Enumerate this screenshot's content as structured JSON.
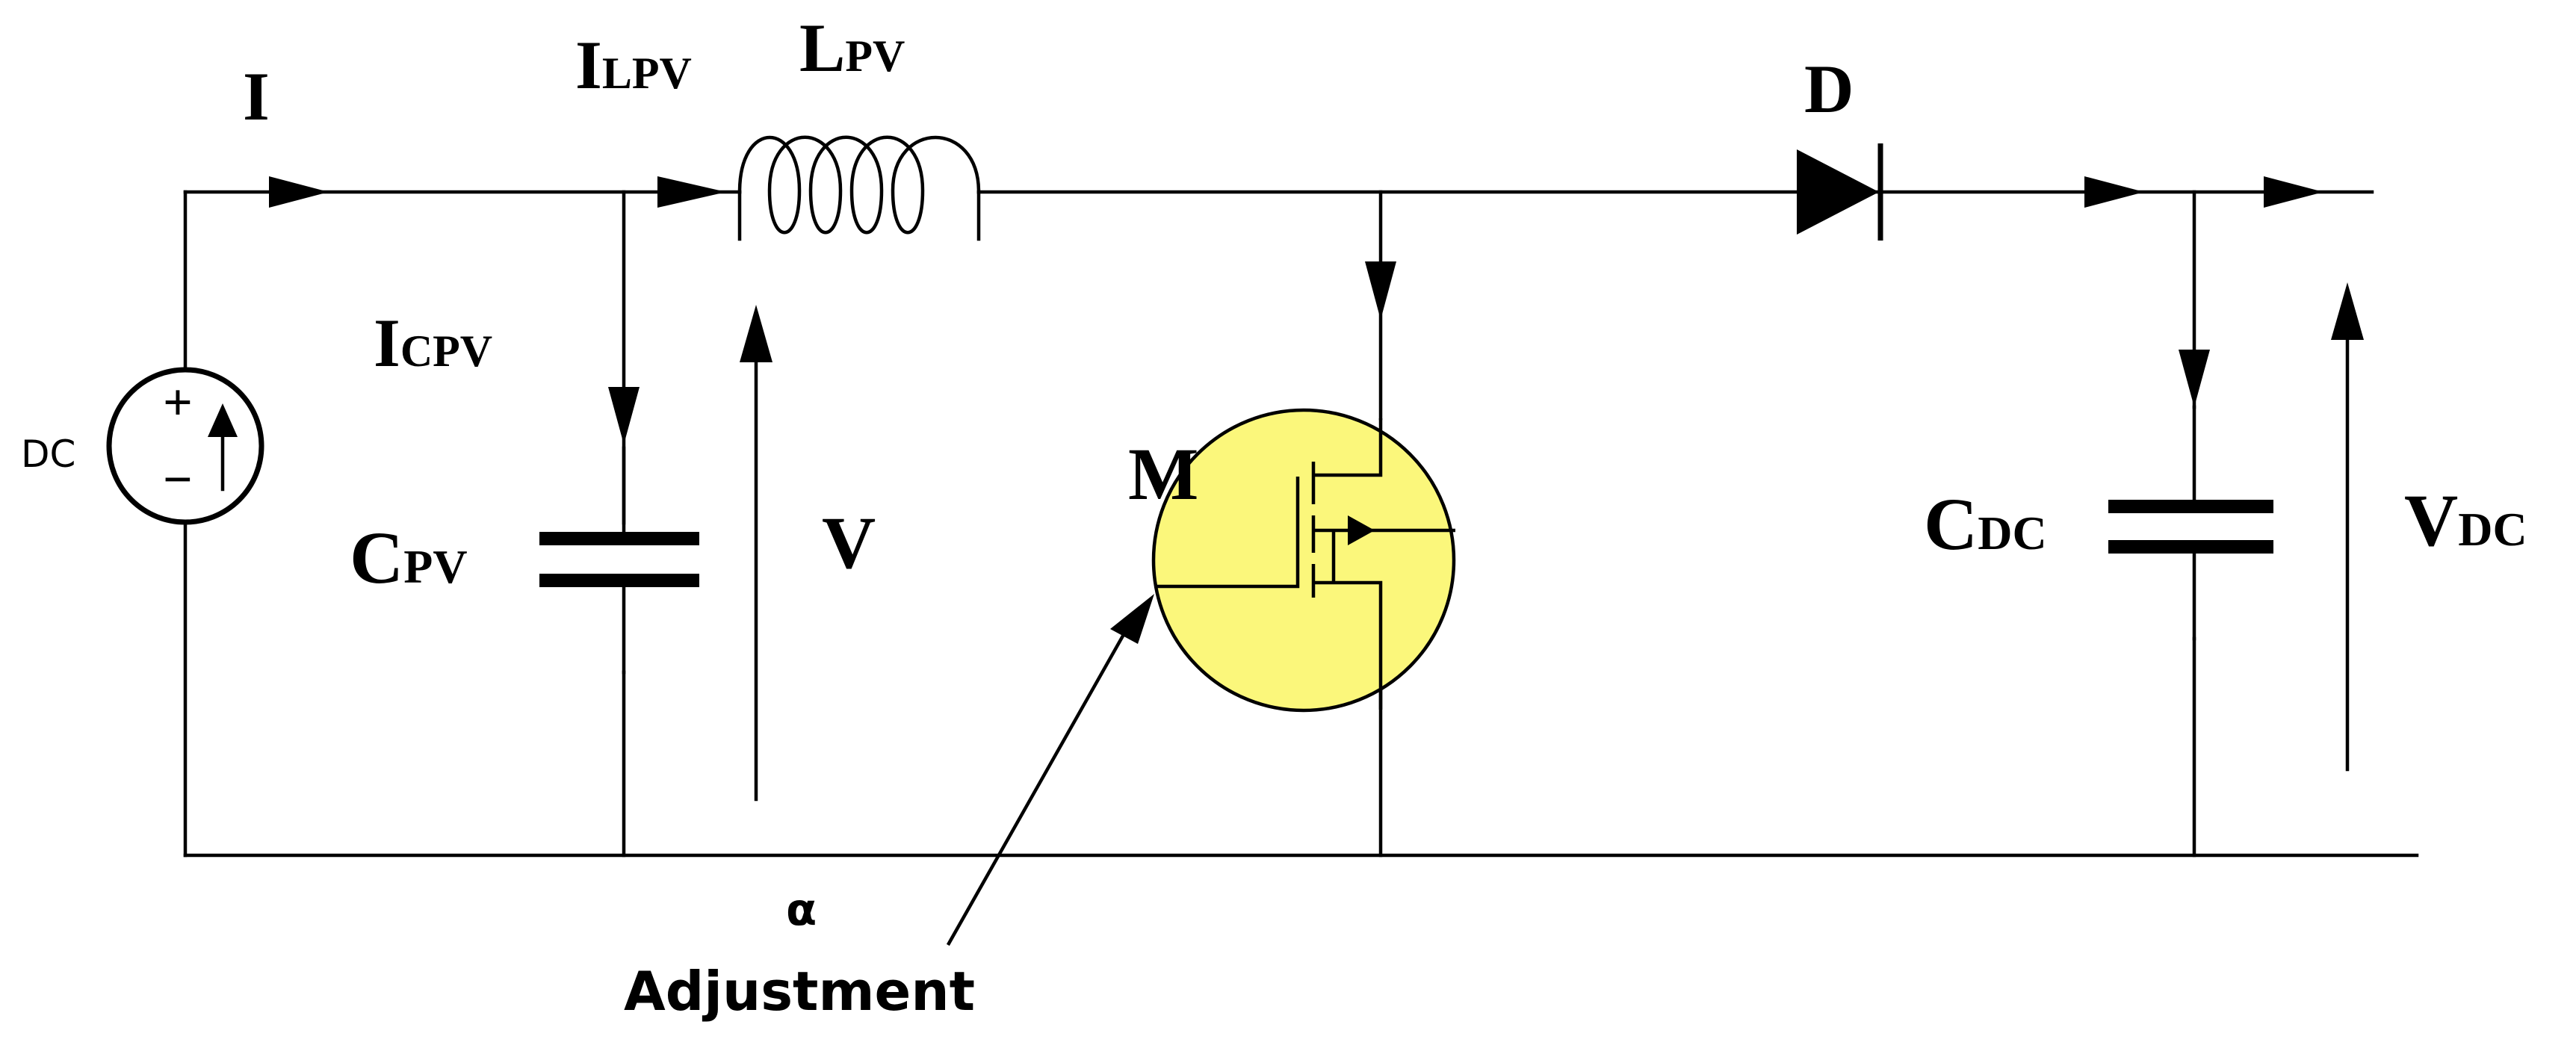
{
  "source": {
    "label": "DC",
    "plus": "+",
    "minus": "−"
  },
  "labels": {
    "current_in": "I",
    "inductor_current_main": "I",
    "inductor_current_sub": "LPV",
    "inductor_main": "L",
    "inductor_sub": "PV",
    "diode": "D",
    "cap_current_main": "I",
    "cap_current_sub": "CPV",
    "cpv_main": "C",
    "cpv_sub": "PV",
    "voltage_in": "V",
    "switch": "M",
    "cdc_main": "C",
    "cdc_sub": "DC",
    "vdc_main": "V",
    "vdc_sub": "DC",
    "alpha": "α",
    "adjustment": "Adjustment"
  },
  "colors": {
    "switch_fill": "#fbf77b",
    "line": "#000000"
  }
}
